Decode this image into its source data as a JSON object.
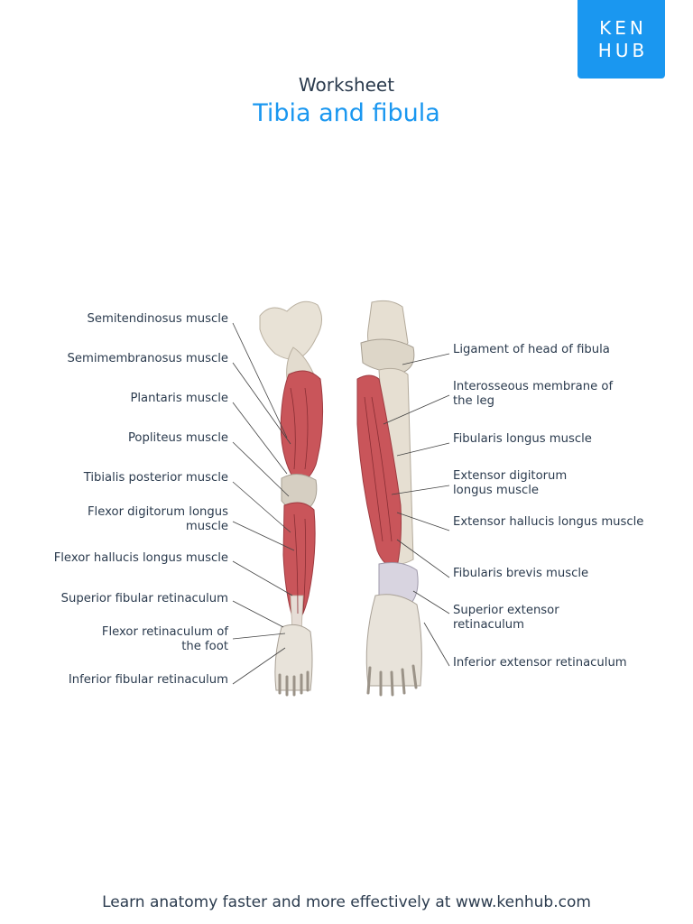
{
  "brand": {
    "logo_line1": "KEN",
    "logo_line2": "HUB",
    "color": "#1a97f0"
  },
  "header": {
    "subtitle": "Worksheet",
    "title": "Tibia and fibula"
  },
  "labels_left": [
    "Semitendinosus muscle",
    "Semimembranosus muscle",
    "Plantaris muscle",
    "Popliteus muscle",
    "Tibialis posterior muscle",
    "Flexor digitorum longus muscle",
    "Flexor hallucis longus muscle",
    "Superior fibular retinaculum",
    "Flexor retinaculum of the foot",
    "Inferior fibular retinaculum"
  ],
  "labels_right": [
    "Ligament of head of fibula",
    "Interosseous membrane of the leg",
    "Fibularis longus muscle",
    "Extensor digitorum longus muscle",
    "Extensor hallucis longus muscle",
    "Fibularis brevis muscle",
    "Superior extensor retinaculum",
    "Inferior extensor retinaculum"
  ],
  "footer": {
    "text": "Learn anatomy faster and more effectively at www.kenhub.com"
  }
}
